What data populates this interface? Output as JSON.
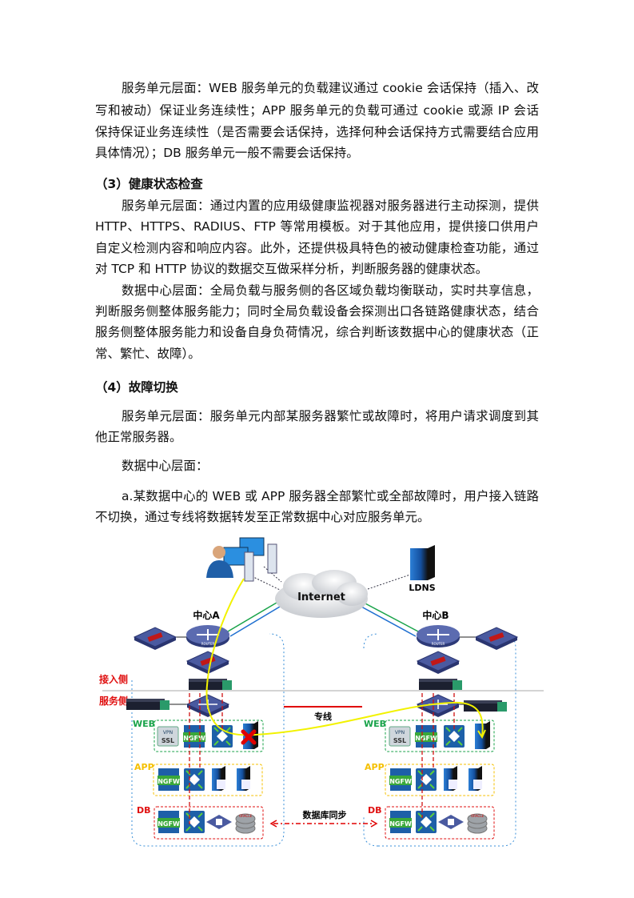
{
  "paras": [
    {
      "lines": [
        "服务单元层面：WEB 服务单元的负载建议通过 cookie 会话保持（插入、改",
        "写和被动）保证业务连续性；APP 服务单元的负载可通过 cookie 或源 IP 会话",
        "保持保证业务连续性（是否需要会话保持，选择何种会话保持方式需要结合应用",
        "具体情况）；DB 服务单元一般不需要会话保持。"
      ]
    },
    {
      "lines": [
        "服务单元层面：通过内置的应用级健康监视器对服务器进行主动探测，提供",
        "HTTP、HTTPS、RADIUS、FTP 等常用模板。对于其他应用，提供接口供用户",
        "自定义检测内容和响应内容。此外，还提供极具特色的被动健康检查功能，通过",
        "对 TCP 和 HTTP 协议的数据交互做采样分析，判断服务器的健康状态。"
      ]
    },
    {
      "lines": [
        "数据中心层面：全局负载与服务侧的各区域负载均衡联动，实时共享信息，",
        "判断服务侧整体服务能力；同时全局负载设备会探测出口各链路健康状态，结合",
        "服务侧整体服务能力和设备自身负荷情况，综合判断该数据中心的健康状态（正",
        "常、繁忙、故障）。"
      ]
    },
    {
      "lines": [
        "服务单元层面：服务单元内部某服务器繁忙或故障时，将用户请求调度到其",
        "他正常服务器。"
      ]
    },
    {
      "lines": [
        "数据中心层面："
      ]
    },
    {
      "lines": [
        "a.某数据中心的 WEB 或 APP 服务器全部繁忙或全部故障时，用户接入链路",
        "不切换，通过专线将数据转发至正常数据中心对应服务单元。"
      ]
    }
  ],
  "headings": {
    "h3": "（3）健康状态检查",
    "h4": "（4）故障切换"
  },
  "diagram": {
    "internet": "Internet",
    "ldns": "LDNS",
    "center_a": "中心A",
    "center_b": "中心B",
    "access_side": "接入侧",
    "service_side": "服务侧",
    "web": "WEB",
    "app": "APP",
    "db": "DB",
    "dedicated_line": "专线",
    "db_sync": "数据库同步",
    "router_label": "ROUTER",
    "ngfw": "NGFW",
    "vpn": "VPN",
    "ssl": "SSL",
    "oracle": "ORACLE",
    "colors": {
      "web": "#19a34a",
      "app": "#f5c000",
      "db": "#e01010",
      "path": "#f2f200",
      "dedicated": "#e00000",
      "device": "#3a4a8c"
    }
  }
}
